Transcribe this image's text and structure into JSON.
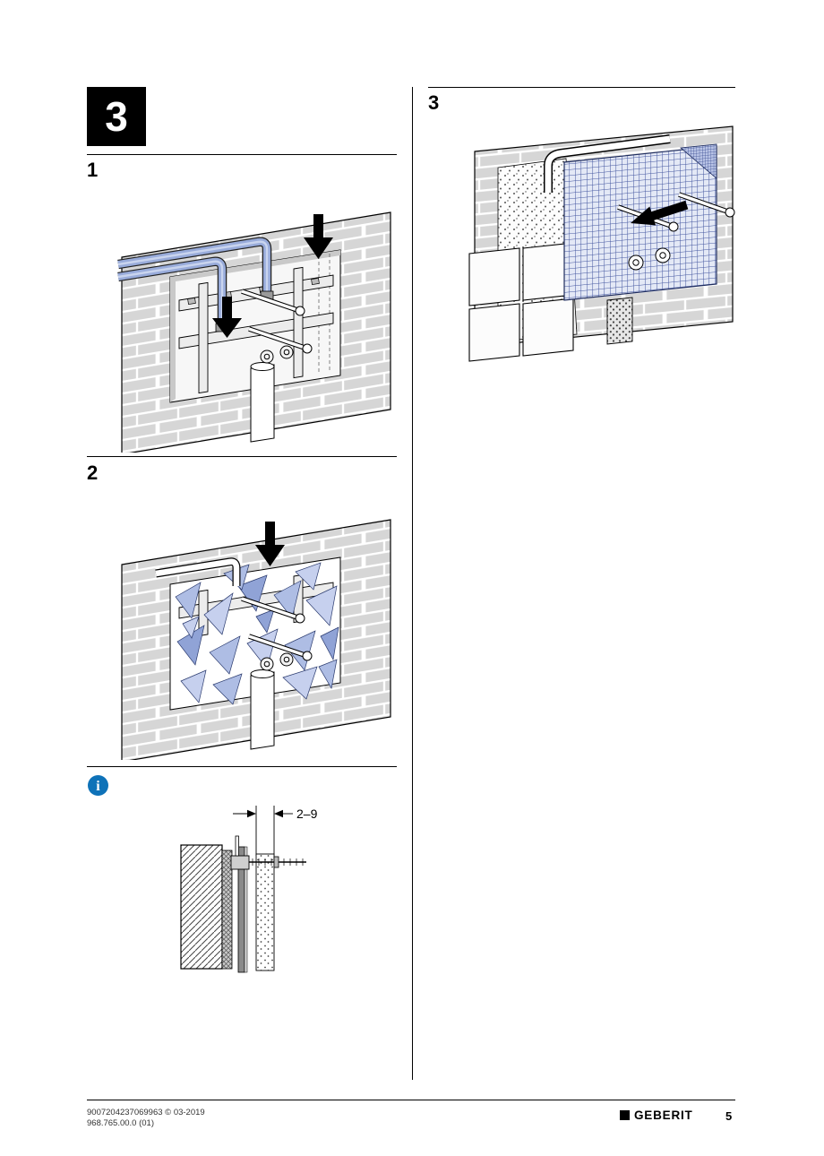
{
  "page": {
    "section_number": "3",
    "steps": {
      "one": "1",
      "two": "2",
      "three": "3"
    },
    "dimension_label": "2–9",
    "icons": {
      "info_glyph": "i",
      "info_icon": "blue circle information icon",
      "down_arrow_icon": "black arrow pointing down",
      "up_left_arrow_icon": "black arrow pointing up-left"
    },
    "colors": {
      "pipe_blue": "#98abda",
      "mesh_blue": "#4457a0",
      "shard_blue": "#aebde4",
      "info_blue": "#0e72b8"
    },
    "footer": {
      "doc_line1": "9007204237069963 © 03-2019",
      "doc_line2": "968.765.00.0 (01)",
      "brand": "GEBERIT",
      "page_number": "5"
    }
  }
}
